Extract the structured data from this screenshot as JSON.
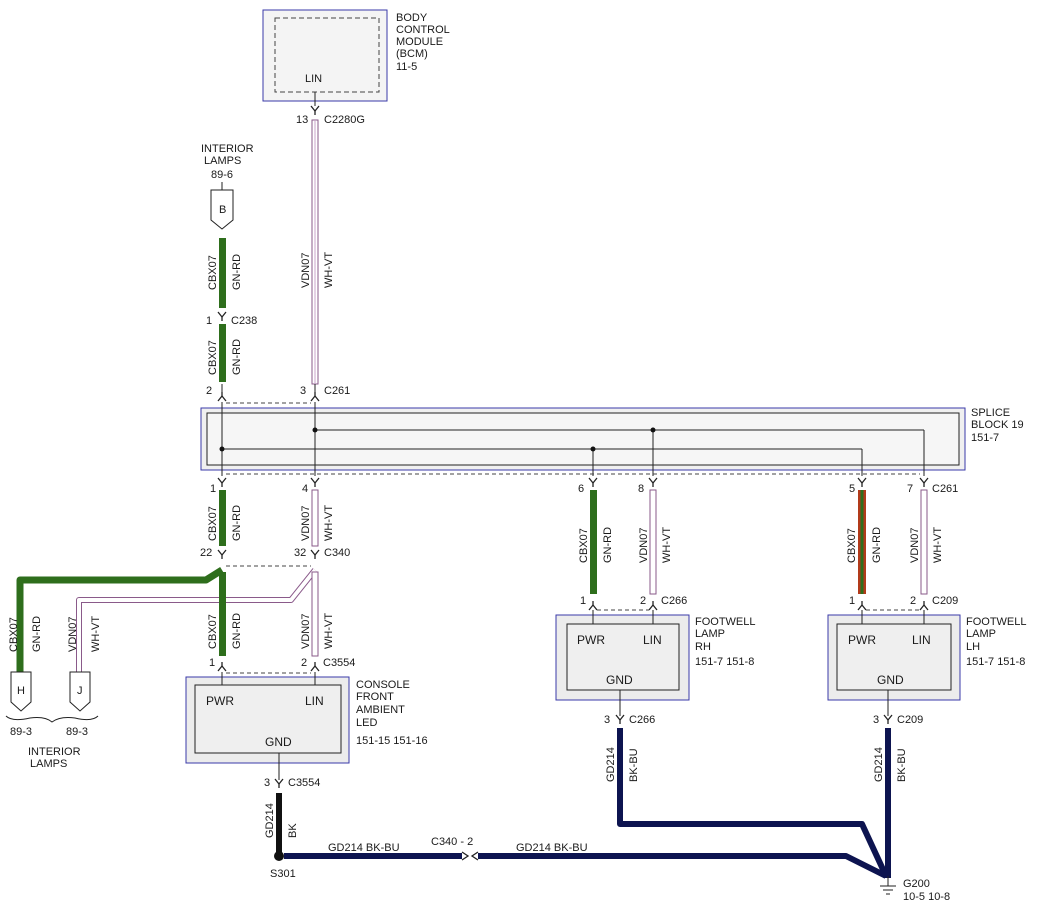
{
  "bcm": {
    "title_lines": [
      "BODY",
      "CONTROL",
      "MODULE",
      "(BCM)",
      "11-5"
    ],
    "pin_label": "LIN",
    "pin_number": "13",
    "connector": "C2280G"
  },
  "interior_lamps_top": {
    "title_lines": [
      "INTERIOR",
      "LAMPS",
      "89-6"
    ],
    "tag": "B"
  },
  "interior_lamps_bottom": {
    "tag_h": "H",
    "tag_j": "J",
    "ref_h": "89-3",
    "ref_j": "89-3",
    "title_lines": [
      "INTERIOR",
      "LAMPS"
    ]
  },
  "splice_block": {
    "title_lines": [
      "SPLICE",
      "BLOCK 19",
      "151-7"
    ]
  },
  "wires": {
    "cbx07": "CBX07",
    "gn_rd": "GN-RD",
    "vdn07": "VDN07",
    "wh_vt": "WH-VT",
    "gd214": "GD214",
    "bk": "BK",
    "bk_bu": "BK-BU",
    "gd214_bk_bu": "GD214  BK-BU",
    "inline_conn": "C340 - 2"
  },
  "connectors": {
    "c238": "C238",
    "c238_pin": "1",
    "c261_in_pin_a": "2",
    "c261_in_pin_b": "3",
    "c261": "C261",
    "sb_pin_1": "1",
    "sb_pin_4": "4",
    "sb_pin_6": "6",
    "sb_pin_8": "8",
    "sb_pin_5": "5",
    "sb_pin_7": "7",
    "c261_out": "C261",
    "c340_pin_a": "22",
    "c340_pin_b": "32",
    "c340": "C340",
    "c3554_pin_a": "1",
    "c3554_pin_b": "2",
    "c3554": "C3554",
    "c3554_gnd_pin": "3",
    "c3554_gnd": "C3554",
    "c266_pin_a": "1",
    "c266_pin_b": "2",
    "c266": "C266",
    "c266_gnd_pin": "3",
    "c266_gnd": "C266",
    "c209_pin_a": "1",
    "c209_pin_b": "2",
    "c209": "C209",
    "c209_gnd_pin": "3",
    "c209_gnd": "C209"
  },
  "console_led": {
    "title_lines": [
      "CONSOLE",
      "FRONT",
      "AMBIENT",
      "LED"
    ],
    "refs": "151-15  151-16",
    "pwr": "PWR",
    "lin": "LIN",
    "gnd": "GND"
  },
  "footwell_rh": {
    "title_lines": [
      "FOOTWELL",
      "LAMP",
      "RH"
    ],
    "refs": "151-7  151-8",
    "pwr": "PWR",
    "lin": "LIN",
    "gnd": "GND"
  },
  "footwell_lh": {
    "title_lines": [
      "FOOTWELL",
      "LAMP",
      "LH"
    ],
    "refs": "151-7  151-8",
    "pwr": "PWR",
    "lin": "LIN",
    "gnd": "GND"
  },
  "ground": {
    "splice": "S301",
    "g200": "G200",
    "g200_refs": "10-5   10-8"
  },
  "colors": {
    "power_wire": "#2e6e1c",
    "power_wire_lh": "#b23a1a",
    "lin_wire": "#8a5a8a",
    "ground_wire": "#0d1450",
    "module_outline": "#3a3aa8"
  }
}
